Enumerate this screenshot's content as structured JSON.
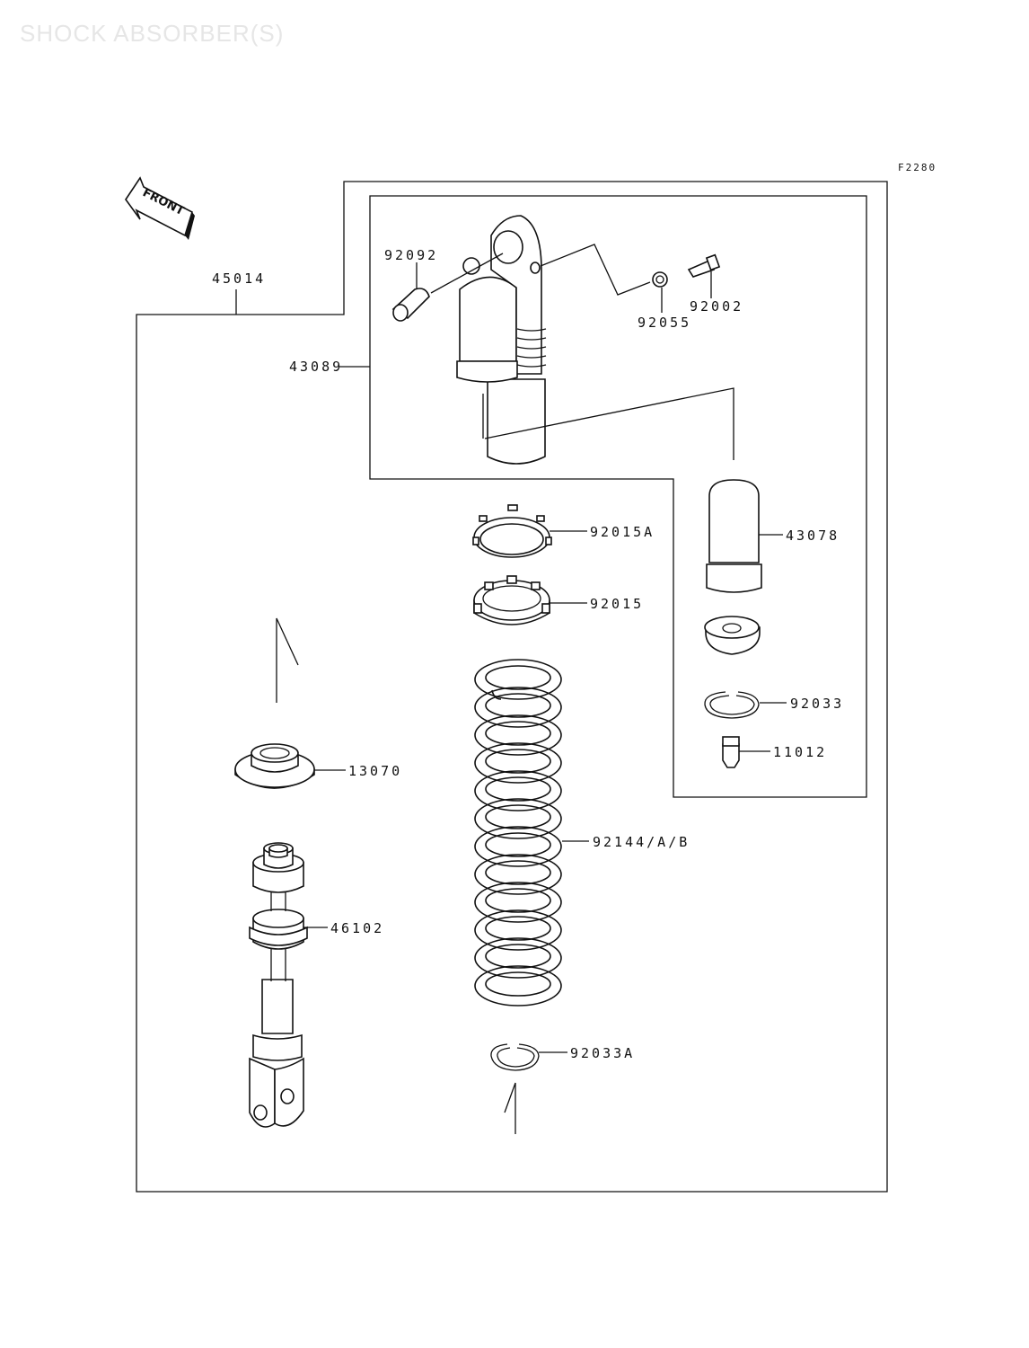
{
  "title": "SHOCK ABSORBER(S)",
  "figure_code": "F2280",
  "front_label": "FRONT",
  "parts": {
    "p45014": "45014",
    "p43089": "43089",
    "p92092": "92092",
    "p92055": "92055",
    "p92002": "92002",
    "p43078": "43078",
    "p92015A": "92015A",
    "p92015": "92015",
    "p92033": "92033",
    "p11012": "11012",
    "p13070": "13070",
    "p92144": "92144/A/B",
    "p46102": "46102",
    "p92033A": "92033A"
  }
}
